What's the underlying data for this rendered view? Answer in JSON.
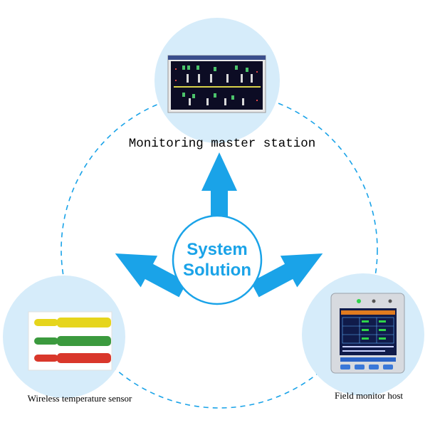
{
  "center": {
    "line1": "System",
    "line2": "Solution"
  },
  "nodes": {
    "top": {
      "label": "Monitoring master station"
    },
    "left": {
      "label": "Wireless temperature sensor"
    },
    "right": {
      "label": "Field monitor host"
    }
  },
  "colors": {
    "accent": "#1aa3e8",
    "node_fill": "#d6ecfa",
    "dash": "#1aa3e8",
    "center_text": "#1aa3e8"
  }
}
